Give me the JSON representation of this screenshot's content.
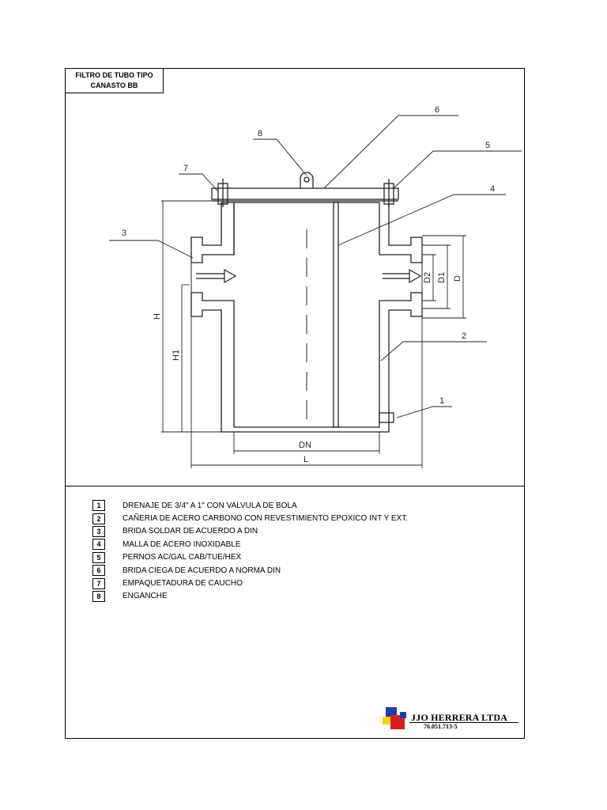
{
  "title": {
    "line1": "FILTRO DE TUBO TIPO",
    "line2": "CANASTO BB"
  },
  "callouts": [
    "1",
    "2",
    "3",
    "4",
    "5",
    "6",
    "7",
    "8"
  ],
  "dimensions": {
    "H": "H",
    "H1": "H1",
    "DN": "DN",
    "L": "L",
    "D": "D",
    "D1": "D1",
    "D2": "D2"
  },
  "legend": [
    {
      "num": "1",
      "text": "DRENAJE DE  3/4\" A 1\"  CON VALVULA DE BOLA"
    },
    {
      "num": "2",
      "text": "CAÑERIA DE ACERO CARBONO CON REVESTIMIENTO EPOXICO INT Y EXT."
    },
    {
      "num": "3",
      "text": "BRIDA SOLDAR DE ACUERDO A DIN"
    },
    {
      "num": "4",
      "text": "MALLA DE ACERO INOXIDABLE"
    },
    {
      "num": "5",
      "text": "PERNOS AC/GAL CAB/TUE/HEX"
    },
    {
      "num": "6",
      "text": "BRIDA CIEGA DE ACUERDO A NORMA DIN"
    },
    {
      "num": "7",
      "text": "EMPAQUETADURA DE CAUCHO"
    },
    {
      "num": "8",
      "text": "ENGANCHE"
    }
  ],
  "company": {
    "name": "JJO HERRERA LTDA",
    "rut": "76.051.713-5"
  },
  "colors": {
    "line": "#222222",
    "logo_blue": "#1f3fa6",
    "logo_red": "#d42020",
    "logo_yellow": "#f2d21b"
  }
}
